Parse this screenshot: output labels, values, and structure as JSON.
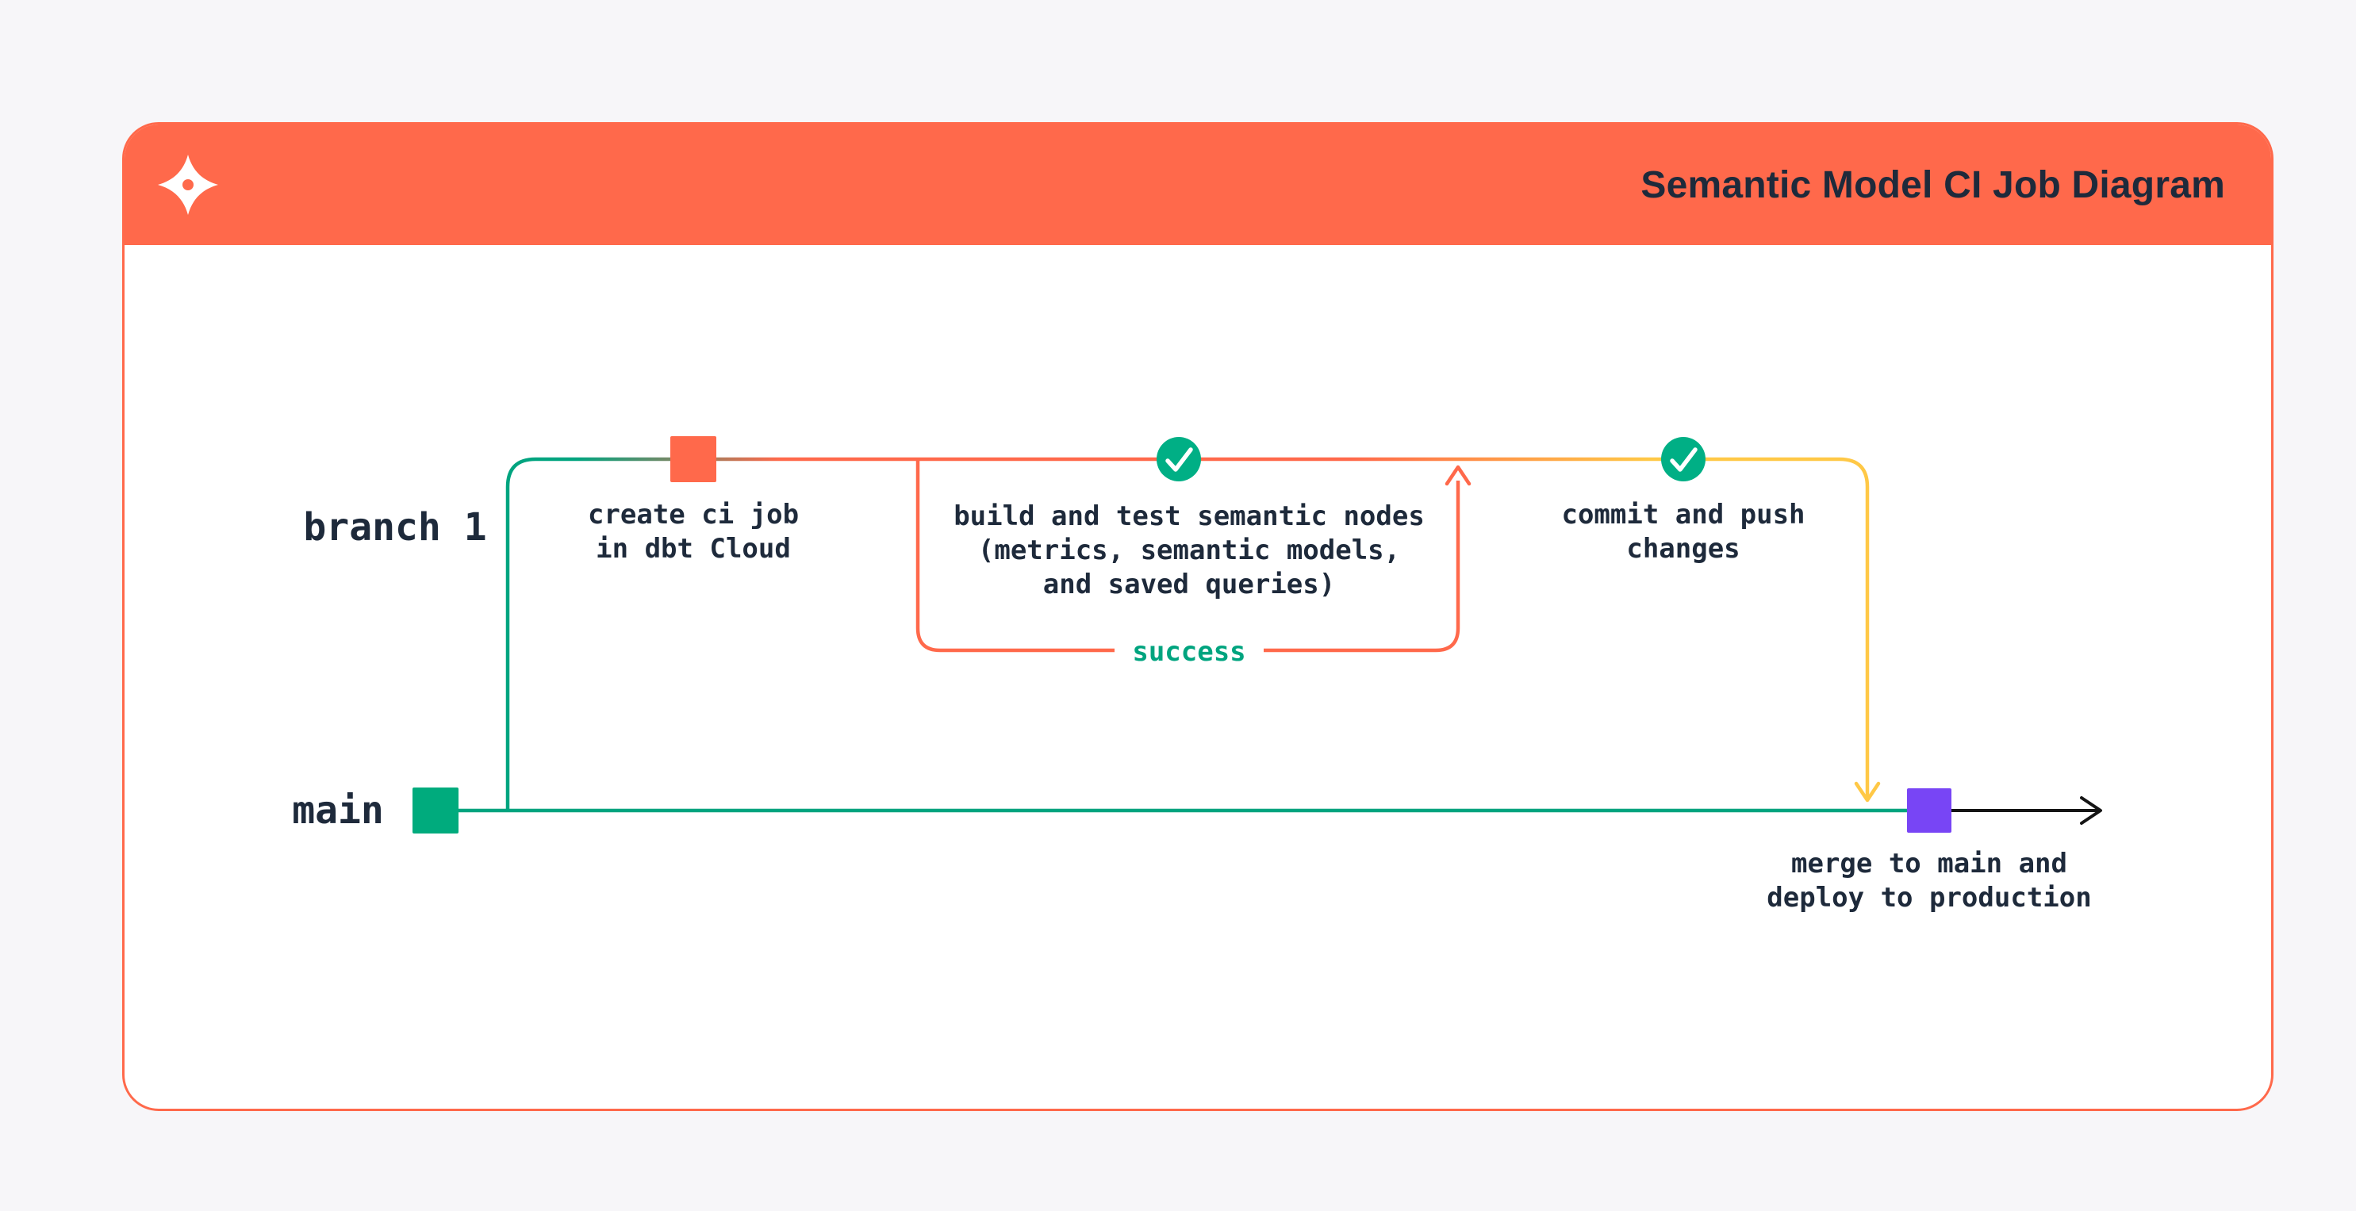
{
  "page": {
    "background_color": "#F7F6F9"
  },
  "card": {
    "background_color": "#FFFFFF",
    "border_color": "#FF694B"
  },
  "header": {
    "title": "Semantic Model CI Job Diagram",
    "background_color": "#FF694B",
    "title_color": "#1E2A3B",
    "logo_icon": "dbt-logo-icon"
  },
  "diagram": {
    "branch1_label": "branch 1",
    "main_label": "main",
    "success_label": "success",
    "nodes": {
      "main_start": {
        "shape": "square",
        "color": "#00AB7D",
        "label": ""
      },
      "create_ci": {
        "shape": "square",
        "color": "#FF694B",
        "label": "create ci job\nin dbt Cloud"
      },
      "build_test": {
        "shape": "check-circle",
        "color": "#00AF85",
        "label": "build and test semantic nodes\n(metrics, semantic models,\nand saved queries)"
      },
      "commit_push": {
        "shape": "check-circle",
        "color": "#00AF85",
        "label": "commit and push\nchanges"
      },
      "merge": {
        "shape": "square",
        "color": "#7845F5",
        "label": "merge to main and\ndeploy to production"
      }
    },
    "colors": {
      "main_line": "#00A47F",
      "branch_gradient_start": "#00A47F",
      "branch_gradient_mid": "#FF694B",
      "branch_gradient_end": "#FFC846",
      "success_loop": "#FF694B",
      "merge_arrow": "#FFC846",
      "output_arrow": "#151515",
      "text": "#1E2A3B",
      "success_text": "#00A47F"
    }
  }
}
